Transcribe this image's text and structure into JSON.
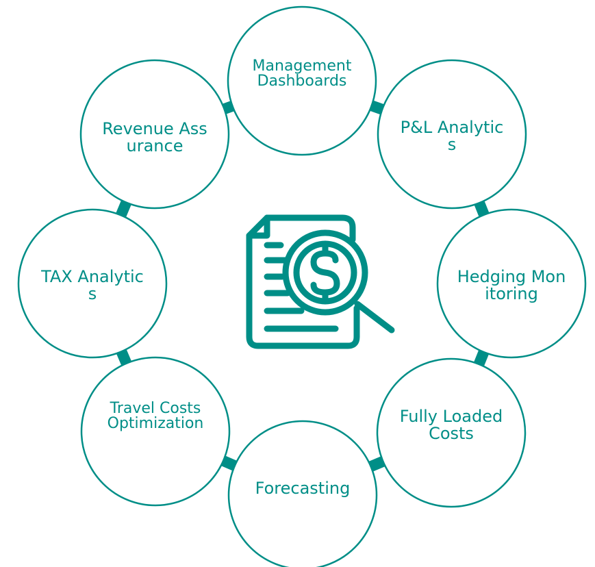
{
  "diagram": {
    "accent_color": "#008e87",
    "center_icon": "financial-document-dollar-magnifier-icon",
    "nodes": [
      {
        "id": "management-dashboards",
        "label": "Management Dashboards"
      },
      {
        "id": "pl-analytics",
        "label": "P&L Analytics"
      },
      {
        "id": "hedging-monitoring",
        "label": "Hedging Monitoring"
      },
      {
        "id": "fully-loaded-costs",
        "label": "Fully Loaded Costs"
      },
      {
        "id": "forecasting",
        "label": "Forecasting"
      },
      {
        "id": "travel-costs-optimization",
        "label": "Travel Costs Optimization"
      },
      {
        "id": "tax-analytics",
        "label": "TAX Analytics"
      },
      {
        "id": "revenue-assurance",
        "label": "Revenue Assurance"
      }
    ]
  }
}
